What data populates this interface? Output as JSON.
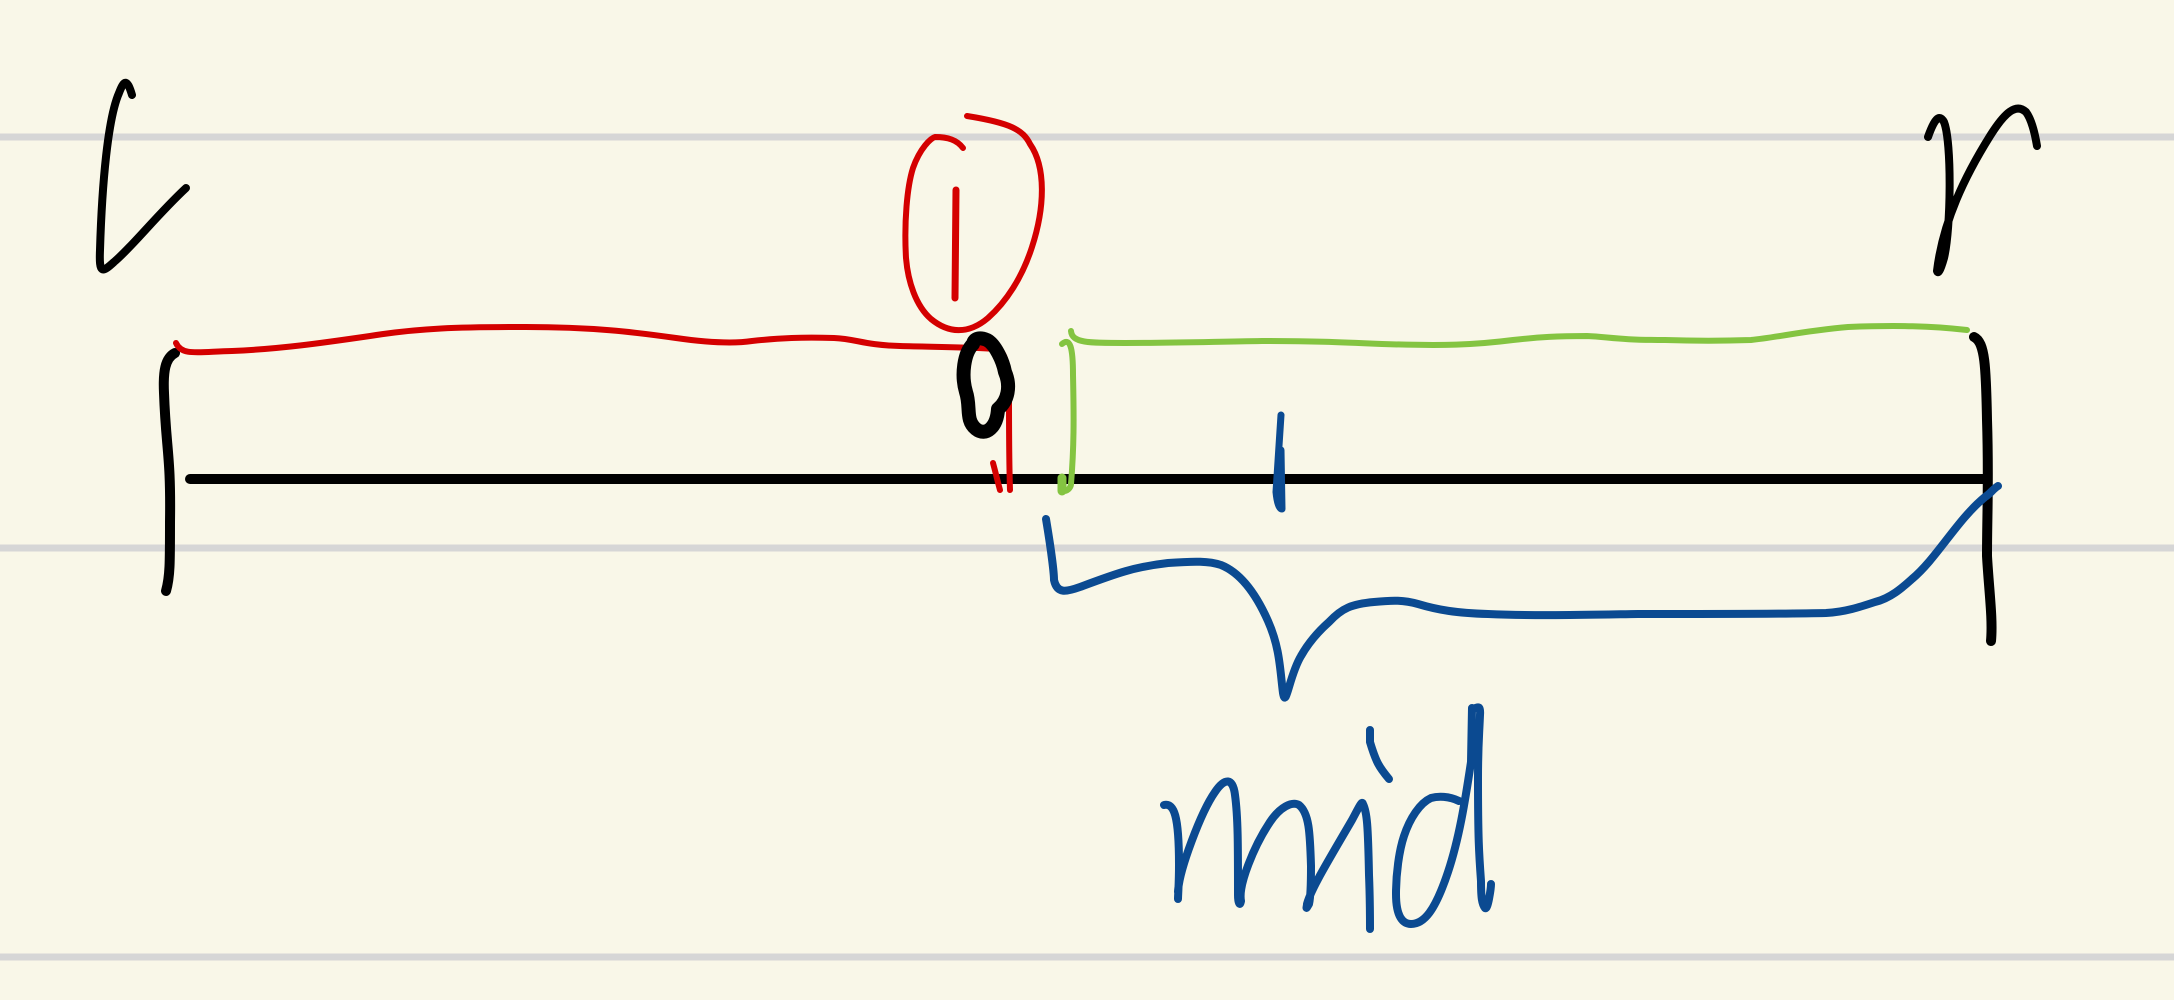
{
  "diagram": {
    "labels": {
      "left": "l",
      "index": "i",
      "right": "r",
      "middle": "mid"
    },
    "colors": {
      "background": "#f9f7e8",
      "ruled_line": "#d6d6d6",
      "black_ink": "#000000",
      "red_ink": "#d40000",
      "green_ink": "#84c441",
      "blue_ink": "#0b4a91"
    }
  }
}
